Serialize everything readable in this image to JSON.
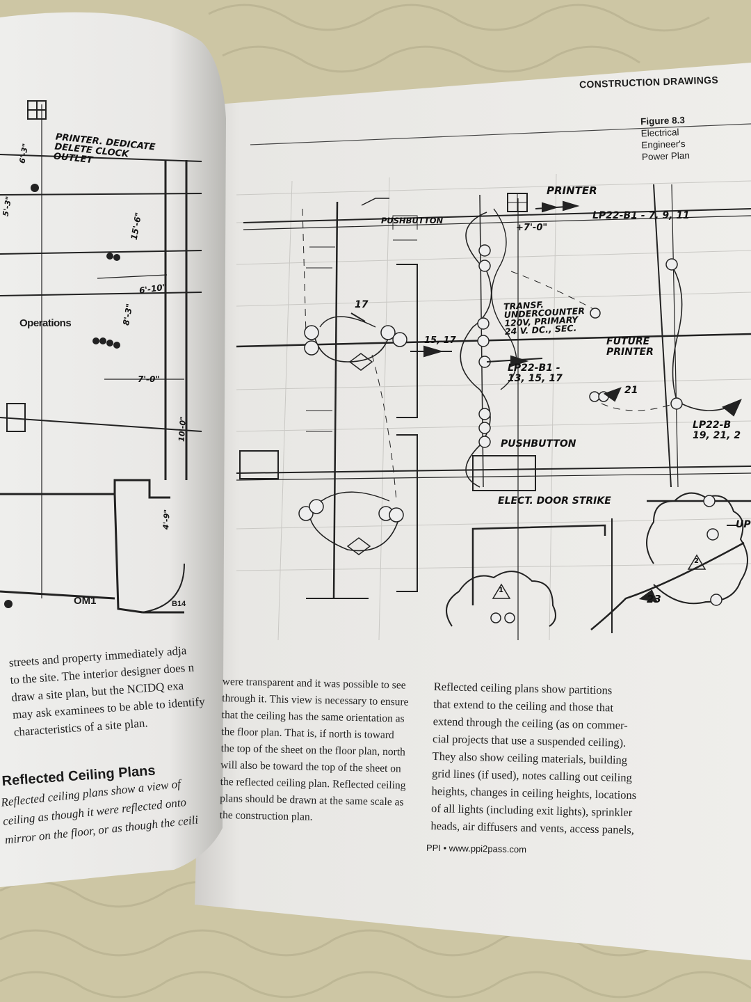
{
  "header": {
    "chapter_title": "CONSTRUCTION DRAWINGS"
  },
  "figure": {
    "label": "Figure 8.3",
    "caption_lines": [
      "Electrical",
      "Engineer's",
      "Power Plan"
    ]
  },
  "left_drawing": {
    "note_lines": [
      "PRINTER. DEDICATE",
      "DELETE CLOCK",
      "OUTLET"
    ],
    "room_label": "Operations",
    "room_label_om1": "OM1",
    "room_label_b14": "B14",
    "dims": [
      "15'-6\"",
      "6'-10\"",
      "8'-3\"",
      "7'-0\"",
      "10'-0\"",
      "4'-9\"",
      "6'-3\"",
      "5'-3\""
    ]
  },
  "right_drawing": {
    "labels": {
      "printer": "PRINTER",
      "pushbutton_top": "PUSHBUTTON",
      "height": "+7'-0\"",
      "circuit_1": "LP22-B1 - 7, 9, 11",
      "transf_lines": [
        "TRANSF.",
        "UNDERCOUNTER",
        "120V, PRIMARY",
        "24 V. DC., SEC."
      ],
      "future_lines": [
        "FUTURE",
        "PRINTER"
      ],
      "circuit_2_lines": [
        "LP22-B1 -",
        "13, 15, 17"
      ],
      "num_17": "17",
      "num_15_17": "15, 17",
      "num_21": "21",
      "num_23": "23",
      "circuit_3_lines": [
        "LP22-B",
        "19, 21, 2"
      ],
      "pushbutton_bottom": "PUSHBUTTON",
      "door_strike": "ELECT. DOOR STRIKE",
      "tri_1": "1",
      "tri_2": "2",
      "up": "UP"
    }
  },
  "left_text": {
    "lines": [
      "streets and property immediately adja",
      "to the site. The interior designer does n",
      "draw a site plan, but the NCIDQ exa",
      "may ask examinees to be able to identify",
      "characteristics of a site plan."
    ],
    "heading": "Reflected Ceiling Plans",
    "lines2": [
      "Reflected ceiling plans show a view of",
      "ceiling as though it were reflected onto",
      "mirror on the floor, or as though the ceili"
    ]
  },
  "middle_text": {
    "lines": [
      "were transparent and it was possible to see",
      "through it. This view is necessary to ensure",
      "that the ceiling has the same orientation as",
      "the floor plan. That is, if north is toward",
      "the top of the sheet on the floor plan, north",
      "will also be toward the top of the sheet on",
      "the reflected ceiling plan. Reflected ceiling",
      "plans should be drawn at the same scale as",
      "the construction plan."
    ]
  },
  "right_text": {
    "lines": [
      "Reflected ceiling plans show partitions",
      "that extend to the ceiling and those that",
      "extend through the ceiling (as on commer-",
      "cial projects that use a suspended ceiling).",
      "They also show ceiling materials, building",
      "grid lines (if used), notes calling out ceiling",
      "heights, changes in ceiling heights, locations",
      "of all lights (including exit lights), sprinkler",
      "heads, air diffusers and vents, access panels,"
    ]
  },
  "footer": {
    "publisher": "PPI • www.ppi2pass.com"
  },
  "colors": {
    "paper": "#ecebe8",
    "ink": "#1b1b1b",
    "quilt": "#cfc8a8"
  }
}
